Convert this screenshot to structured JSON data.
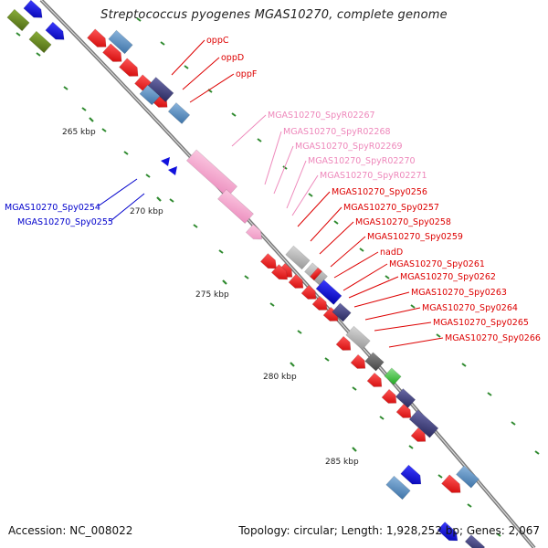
{
  "title": "Streptococcus pyogenes MGAS10270, complete genome",
  "accession_text": "Accession: NC_008022",
  "summary_text": "Topology: circular; Length: 1,928,252 bp; Genes: 2,067",
  "colors": {
    "backbone": "#8a8a8a",
    "cds_red": "#ee1111",
    "rna_pink": "#f4a6cf",
    "blue": "#1111dd",
    "steel_blue": "#5b8ec4",
    "navy": "#3a3a7a",
    "olive": "#6a8a22",
    "gray": "#b4b4b4",
    "tick_green": "#2f8a2f",
    "label_red": "#dd0000",
    "label_pink": "#ee88bb",
    "label_blue": "#0000cc"
  },
  "scale_labels": [
    "265 kbp",
    "270 kbp",
    "275 kbp",
    "280 kbp",
    "285 kbp"
  ],
  "gene_labels_right": [
    {
      "text": "oppC",
      "color": "red"
    },
    {
      "text": "oppD",
      "color": "red"
    },
    {
      "text": "oppF",
      "color": "red"
    },
    {
      "text": "MGAS10270_SpyR02267",
      "color": "pink"
    },
    {
      "text": "MGAS10270_SpyR02268",
      "color": "pink"
    },
    {
      "text": "MGAS10270_SpyR02269",
      "color": "pink"
    },
    {
      "text": "MGAS10270_SpyR02270",
      "color": "pink"
    },
    {
      "text": "MGAS10270_SpyR02271",
      "color": "pink"
    },
    {
      "text": "MGAS10270_Spy0256",
      "color": "red"
    },
    {
      "text": "MGAS10270_Spy0257",
      "color": "red"
    },
    {
      "text": "MGAS10270_Spy0258",
      "color": "red"
    },
    {
      "text": "MGAS10270_Spy0259",
      "color": "red"
    },
    {
      "text": "nadD",
      "color": "red"
    },
    {
      "text": "MGAS10270_Spy0261",
      "color": "red"
    },
    {
      "text": "MGAS10270_Spy0262",
      "color": "red"
    },
    {
      "text": "MGAS10270_Spy0263",
      "color": "red"
    },
    {
      "text": "MGAS10270_Spy0264",
      "color": "red"
    },
    {
      "text": "MGAS10270_Spy0265",
      "color": "red"
    },
    {
      "text": "MGAS10270_Spy0266",
      "color": "red"
    }
  ],
  "gene_labels_left": [
    {
      "text": "MGAS10270_Spy0254",
      "color": "blue"
    },
    {
      "text": "MGAS10270_Spy0255",
      "color": "blue"
    }
  ]
}
